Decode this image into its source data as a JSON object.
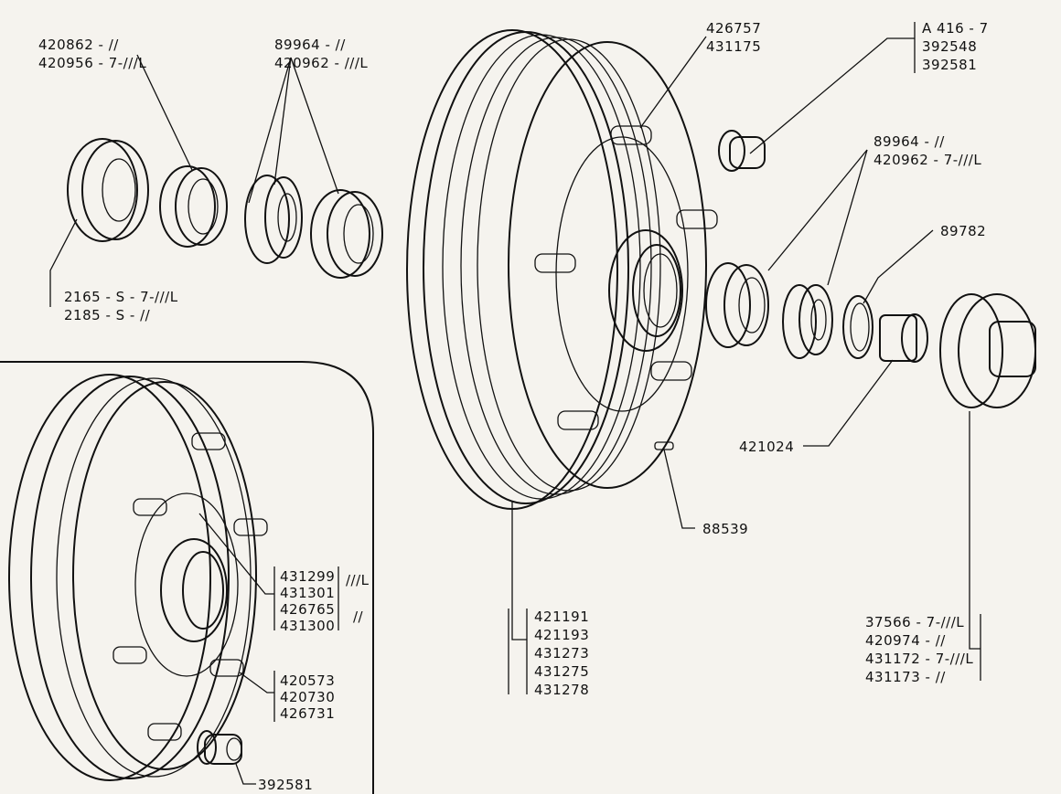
{
  "callouts": {
    "inner_seal": [
      "420862 - //",
      "420956 - 7-///L"
    ],
    "inner_bearing": [
      "89964 - //",
      "420962 - ///L"
    ],
    "seal_lower": [
      "2165 - S - 7-///L",
      "2185 - S - //"
    ],
    "stud_top": [
      "426757",
      "431175"
    ],
    "lug_nut": [
      "A 416 - 7",
      "392548",
      "392581"
    ],
    "outer_bearing": [
      "89964 - //",
      "420962 - 7-///L"
    ],
    "washer": "89782",
    "castle_nut": "421024",
    "cotter_pin": "88539",
    "drum": [
      "421191",
      "421193",
      "431273",
      "431275",
      "431278"
    ],
    "hub_cap": [
      "37566 - 7-///L",
      "420974 - //",
      "431172 - 7-///L",
      "431173 - //"
    ],
    "inset_hub": [
      "431299",
      "431301",
      "426765",
      "431300"
    ],
    "inset_hub_marks": [
      "///L",
      "//"
    ],
    "inset_studs": [
      "420573",
      "420730",
      "426731"
    ],
    "inset_nut": "392581"
  },
  "colors": {
    "ink": "#111111",
    "paper": "#f5f3ee",
    "shade": "#6b6b6b"
  }
}
